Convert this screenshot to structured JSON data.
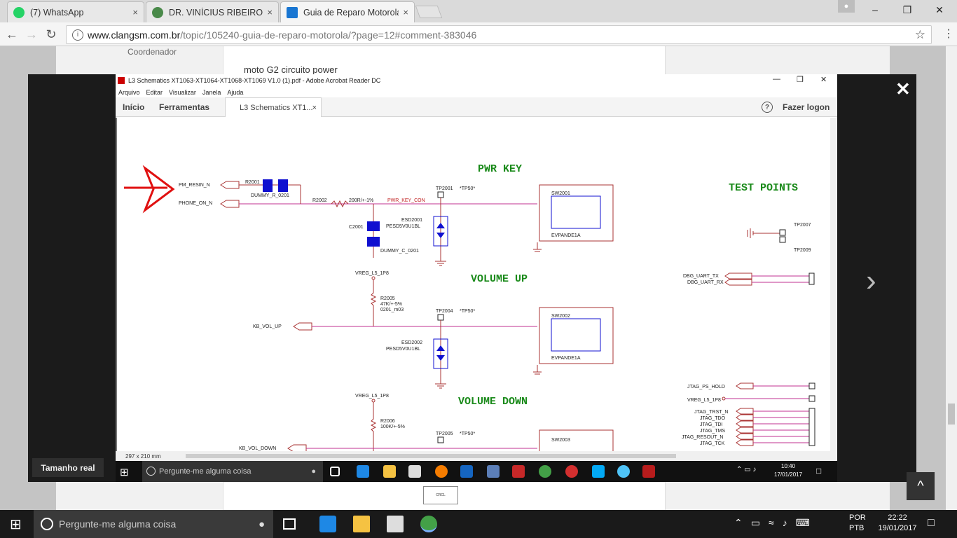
{
  "browser": {
    "tabs": [
      {
        "title": "(7) WhatsApp",
        "color": "#25d366"
      },
      {
        "title": "DR. VINÍCIUS RIBEIRO: Ra",
        "color": "#4a8a4a"
      },
      {
        "title": "Guia de Reparo Motorola",
        "color": "#1976d2"
      }
    ],
    "close_glyph": "×",
    "url_domain": "www.clangsm.com.br",
    "url_path": "/topic/105240-guia-de-reparo-motorola/?page=12#comment-383046",
    "window_controls": [
      "–",
      "❐",
      "✕"
    ]
  },
  "page": {
    "role_label": "Coordenador",
    "post_title": "moto G2 circuito power",
    "thumbnail_text": "CRCL"
  },
  "overlay": {
    "close": "✕",
    "next": "›",
    "real_size": "Tamanho real",
    "scroll_top": "^"
  },
  "acrobat": {
    "title": "L3 Schematics XT1063-XT1064-XT1068-XT1069 V1.0 (1).pdf - Adobe Acrobat Reader DC",
    "menu": [
      "Arquivo",
      "Editar",
      "Visualizar",
      "Janela",
      "Ajuda"
    ],
    "home_tab": "Início",
    "tools_tab": "Ferramentas",
    "doc_tab": "L3 Schematics XT1...",
    "help": "?",
    "logon": "Fazer logon",
    "page_size": "297 x 210 mm",
    "inner_taskbar": {
      "search_placeholder": "Pergunte-me alguma coisa",
      "time": "10:40",
      "date": "17/01/2017"
    }
  },
  "schematic": {
    "headings": {
      "pwr_key": "PWR KEY",
      "test_points": "TEST POINTS",
      "volume_up": "VOLUME UP",
      "volume_down": "VOLUME DOWN"
    },
    "nets": {
      "pm_resin": "PM_RESIN_N",
      "phone_on": "PHONE_ON_N",
      "pwr_key_con": "PWR_KEY_CON",
      "kb_vol_up": "KB_VOL_UP",
      "kb_vol_down": "KB_VOL_DOWN",
      "vreg_1": "VREG_L5_1P8",
      "vreg_2": "VREG_L5_1P8"
    },
    "parts": {
      "r2001": "R2001",
      "dummy_r": "DUMMY_R_0201",
      "r2002": "R2002",
      "r2002_val": "200R/+-1%",
      "c2001": "C2001",
      "dummy_c": "DUMMY_C_0201",
      "tp2001": "TP2001",
      "tp2004": "TP2004",
      "tp2005": "TP2005",
      "tp50": "*TP50*",
      "esd2001": "ESD2001",
      "esd2002": "ESD2002",
      "pesd": "PESD5V0U1BL",
      "sw2001": "SW2001",
      "sw2002": "SW2002",
      "sw2003": "SW2003",
      "evpande": "EVPANDE1A",
      "r2005": "R2005",
      "r2005_val": "47K/+-5%",
      "r2005_pkg": "0201_m03",
      "r2006": "R2006",
      "r2006_val": "100K/+-5%",
      "tp2007": "TP2007",
      "tp2009": "TP2009"
    },
    "test_nets": [
      "DBG_UART_TX",
      "DBG_UART_RX"
    ],
    "jtag_nets": [
      "JTAG_PS_HOLD",
      "VREG_L5_1P8",
      "JTAG_TRST_N",
      "JTAG_TDO",
      "JTAG_TDI",
      "JTAG_TMS",
      "JTAG_RESOUT_N",
      "JTAG_TCK"
    ]
  },
  "taskbar": {
    "search_placeholder": "Pergunte-me alguma coisa",
    "lang_1": "POR",
    "lang_2": "PTB",
    "time": "22:22",
    "date": "19/01/2017"
  }
}
